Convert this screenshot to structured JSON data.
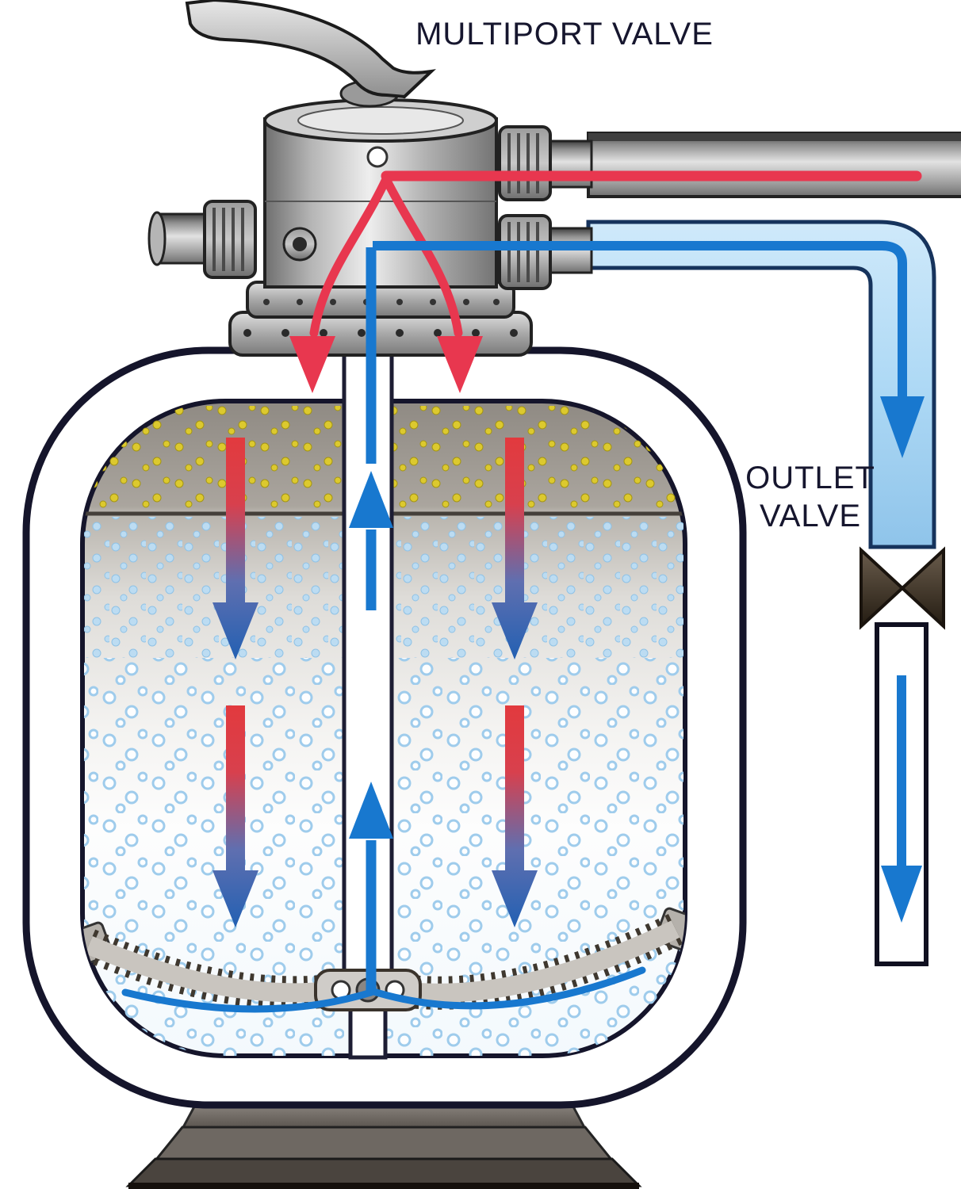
{
  "labels": {
    "multiport_valve": "MULTIPORT VALVE",
    "outlet_valve_line1": "OUTLET",
    "outlet_valve_line2": "VALVE"
  },
  "colors": {
    "inlet_flow_red": "#e8374f",
    "filtered_flow_blue": "#1878cf",
    "pipe_fill_blue": "#b7ddf6",
    "dirt_particle_yellow": "#dcc92e",
    "label_text": "#16162e"
  }
}
